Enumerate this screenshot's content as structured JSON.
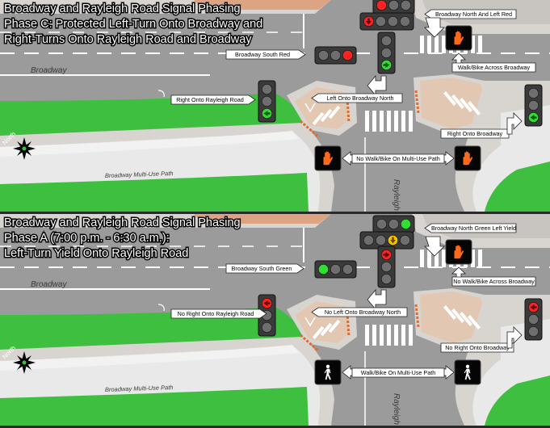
{
  "panels": [
    {
      "title_lines": [
        "Broadway and Rayleigh Road Signal Phasing",
        "Phase C: Protected Left-Turn Onto Broadway and",
        "Right-Turns Onto Rayleigh Road and Broadway"
      ],
      "labels": {
        "broadway_north": "Broadway North And Left Red",
        "broadway_south": "Broadway South Red",
        "right_onto_rayleigh": "Right Onto Rayleigh Road",
        "left_onto_broadway_north": "Left Onto Broadway North",
        "walk_across_broadway": "Walk/Bike Across Broadway",
        "right_onto_broadway": "Right Onto Broadway",
        "multi_use_path_signal": "No Walk/Bike On Multi-Use Path"
      },
      "roads": {
        "broadway": "Broadway",
        "rayleigh": "Rayleigh",
        "multi_use_path": "Broadway Multi-Use Path",
        "north": "North"
      }
    },
    {
      "title_lines": [
        "Broadway and Rayleigh Road Signal Phasing",
        "Phase A (7:00 p.m. - 6:30 a.m.):",
        "Left-Turn Yield Onto Rayleigh Road"
      ],
      "labels": {
        "broadway_north": "Broadway North Green Left Yield",
        "broadway_south": "Broadway South Green",
        "right_onto_rayleigh": "No Right Onto Rayleigh Road",
        "left_onto_broadway_north": "No Left Onto Broadway North",
        "walk_across_broadway": "No Walk/Bike Across Broadway",
        "right_onto_broadway": "No Right Onto Broadway",
        "multi_use_path_signal": "Walk/Bike On Multi-Use Path"
      },
      "roads": {
        "broadway": "Broadway",
        "rayleigh": "Rayleigh",
        "multi_use_path": "Broadway Multi-Use Path",
        "north": "North"
      }
    }
  ],
  "colors": {
    "asphalt": "#9b9b9b",
    "grass": "#3fbf3f",
    "sidewalk": "#d8d4cf",
    "path_edge": "#e9e9e9",
    "ramp": "#e2c8b3",
    "red_on": "#ff2020",
    "green_on": "#33dd33",
    "yellow_on": "#f2c200",
    "signal_off": "#6e6e6e",
    "hand": "#ff6a1a"
  },
  "icons": [
    "walk-person-icon",
    "dont-walk-hand-icon",
    "compass-north-icon",
    "arrow-icon",
    "signal-head-icon"
  ]
}
